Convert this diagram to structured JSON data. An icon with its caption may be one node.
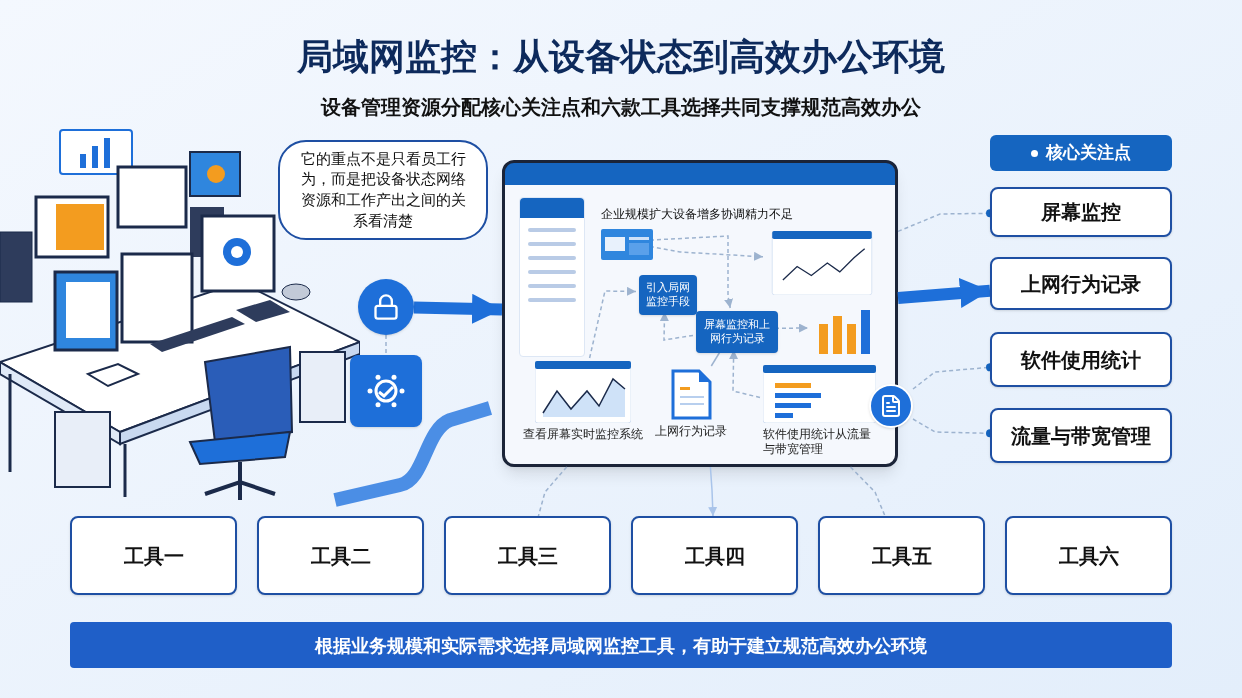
{
  "diagram": {
    "title": "局域网监控：从设备状态到高效办公环境",
    "nodes": [
      {
        "text": [],
        "shape": "picture"
      },
      {
        "text": [
          "它的重点不是只看员工行为，而是把设备状态网络资源和工作产出之间的关系看清楚"
        ]
      },
      {
        "text": [],
        "shape": "circle"
      },
      {
        "text": [],
        "shape": "picture"
      },
      {
        "text": [
          "企业规模扩大设备增多协调精力不足"
        ]
      },
      {
        "text": [],
        "shape": "picture",
        "in": 4
      },
      {
        "text": [],
        "shape": "picture",
        "in": 4
      },
      {
        "text": [
          "引入局网监控手段"
        ],
        "in": 4
      },
      {
        "text": [
          "屏幕监控和上网行为记录"
        ],
        "in": 4
      },
      {
        "text": [],
        "shape": "picture",
        "in": 4
      },
      {
        "text": [
          "查看屏幕实时监控系统"
        ],
        "in": 4
      },
      {
        "text": [
          "上网行为记录"
        ],
        "in": 4
      },
      {
        "text": [
          "软件使用统计从流量与带宽管理"
        ],
        "in": 4
      },
      {
        "text": [],
        "shape": "circle"
      },
      {
        "text": [
          "核心关注点"
        ]
      },
      {
        "text": [
          "屏幕监控"
        ]
      },
      {
        "text": [
          "上网行为记录"
        ]
      },
      {
        "text": [
          "软件使用统计"
        ]
      },
      {
        "text": [
          "流量与带宽管理"
        ]
      },
      {
        "text": [
          "工具一"
        ]
      },
      {
        "text": [
          "工具二"
        ]
      },
      {
        "text": [
          "工具三"
        ]
      },
      {
        "text": [
          "工具四"
        ]
      },
      {
        "text": [
          "工具五"
        ]
      },
      {
        "text": [
          "工具六"
        ]
      },
      {
        "text": [
          "根据业务规模和实际需求选择局域网监控工具，有助于建立规范高效办公环境"
        ]
      }
    ],
    "edges": [
      {
        "from": 2,
        "to": 4,
        "arrow": "to",
        "style": "thick",
        "color": "#1e6fd9"
      },
      {
        "from": 4,
        "to": 16,
        "arrow": "to",
        "style": "thick",
        "color": "#1e6fd9"
      },
      {
        "from": 2,
        "to": 3,
        "arrow": "none",
        "style": "dashed"
      },
      {
        "from": 4,
        "to": 15,
        "arrow": "other",
        "style": "dashed"
      },
      {
        "from": 13,
        "to": 17,
        "arrow": "other",
        "style": "dashed"
      },
      {
        "from": 13,
        "to": 18,
        "arrow": "other",
        "style": "dashed"
      },
      {
        "from": 5,
        "to": 6,
        "arrow": "to",
        "style": "dashed"
      },
      {
        "from": 5,
        "to": 8,
        "arrow": "to",
        "style": "dashed"
      },
      {
        "from": 8,
        "to": 9,
        "arrow": "to",
        "style": "dashed"
      },
      {
        "from": 10,
        "to": 7,
        "arrow": "to",
        "style": "dashed"
      },
      {
        "from": 8,
        "to": 7,
        "arrow": "to",
        "style": "dashed"
      },
      {
        "from": 12,
        "to": 8,
        "arrow": "to",
        "style": "dashed"
      },
      {
        "from": 11,
        "to": 8,
        "arrow": "none"
      },
      {
        "from": 4,
        "to": 21,
        "arrow": "none",
        "style": "dashed"
      },
      {
        "from": 4,
        "to": 22,
        "arrow": "to",
        "color": "#a9c4ea"
      },
      {
        "from": 4,
        "to": 23,
        "arrow": "none",
        "style": "dashed"
      }
    ],
    "labels": [
      "设备管理资源分配核心关注点和六款工具选择共同支撑规范高效办公"
    ]
  }
}
